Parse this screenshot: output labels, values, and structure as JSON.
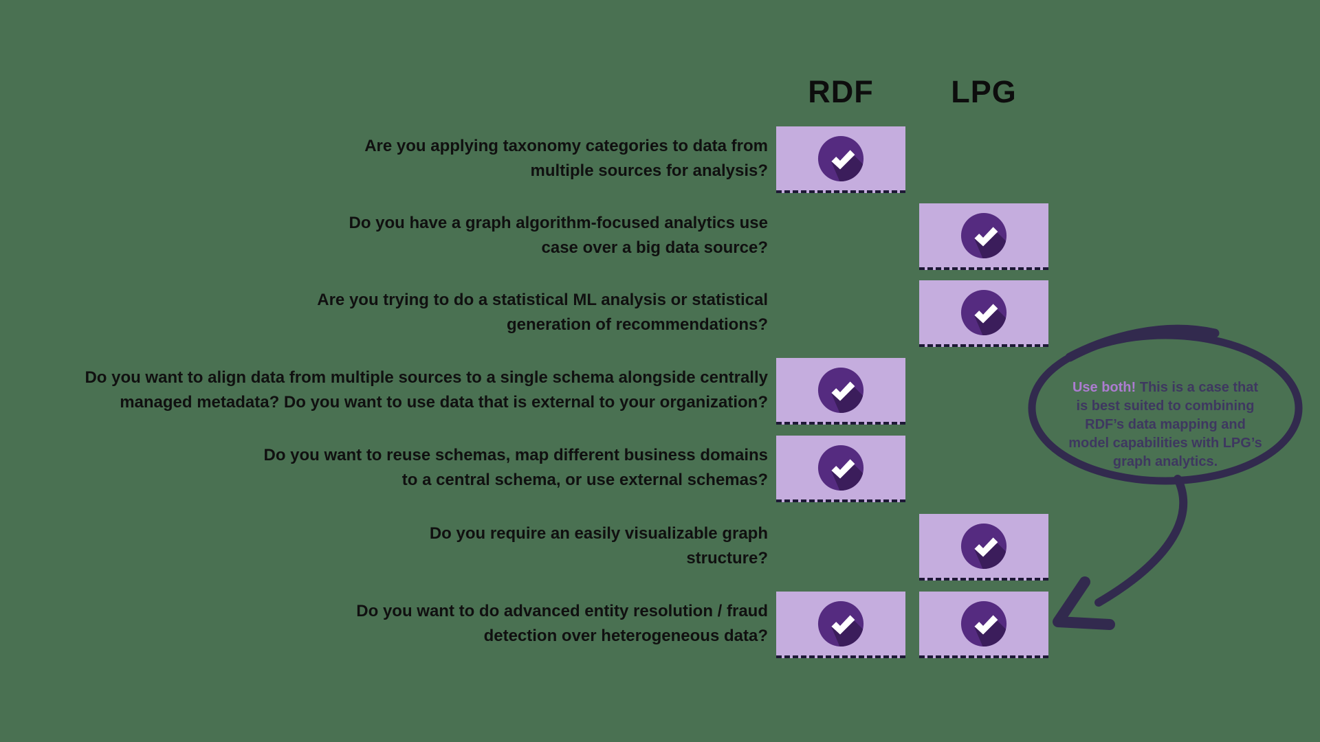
{
  "headers": {
    "rdf": "RDF",
    "lpg": "LPG"
  },
  "rows": [
    {
      "question": "Are you applying taxonomy categories to data from\nmultiple sources for analysis?",
      "rdf": true,
      "lpg": false
    },
    {
      "question": "Do you have a graph algorithm-focused analytics use\ncase over a big data source?",
      "rdf": false,
      "lpg": true
    },
    {
      "question": "Are you trying to do a statistical ML analysis or statistical\ngeneration of recommendations?",
      "rdf": false,
      "lpg": true
    },
    {
      "question": "Do you want to align data from multiple sources to a single schema alongside centrally\nmanaged metadata? Do you want to use data that is external to your organization?",
      "rdf": true,
      "lpg": false
    },
    {
      "question": "Do you want to reuse schemas, map different business domains\nto a central schema, or use external schemas?",
      "rdf": true,
      "lpg": false
    },
    {
      "question": "Do you require an easily visualizable graph\nstructure?",
      "rdf": false,
      "lpg": true
    },
    {
      "question": "Do you want to do advanced entity resolution / fraud\ndetection over heterogeneous data?",
      "rdf": true,
      "lpg": true
    }
  ],
  "bubble": {
    "highlight": "Use both! ",
    "text": "This is a case that\nis best suited to combining\nRDF’s data mapping and\nmodel capabilities with LPG’s\ngraph analytics."
  },
  "colors": {
    "background": "#4a7152",
    "checkbox_fill": "#c5adde",
    "checkbox_underline": "#1e1836",
    "check_circle": "#552b80",
    "check_long_shadow": "#3b1d5b",
    "checkmark": "#ffffff",
    "question_text": "#101010",
    "bubble_stroke": "#322a4e",
    "bubble_text": "#3e3760",
    "bubble_highlight": "#ad7cd1"
  }
}
